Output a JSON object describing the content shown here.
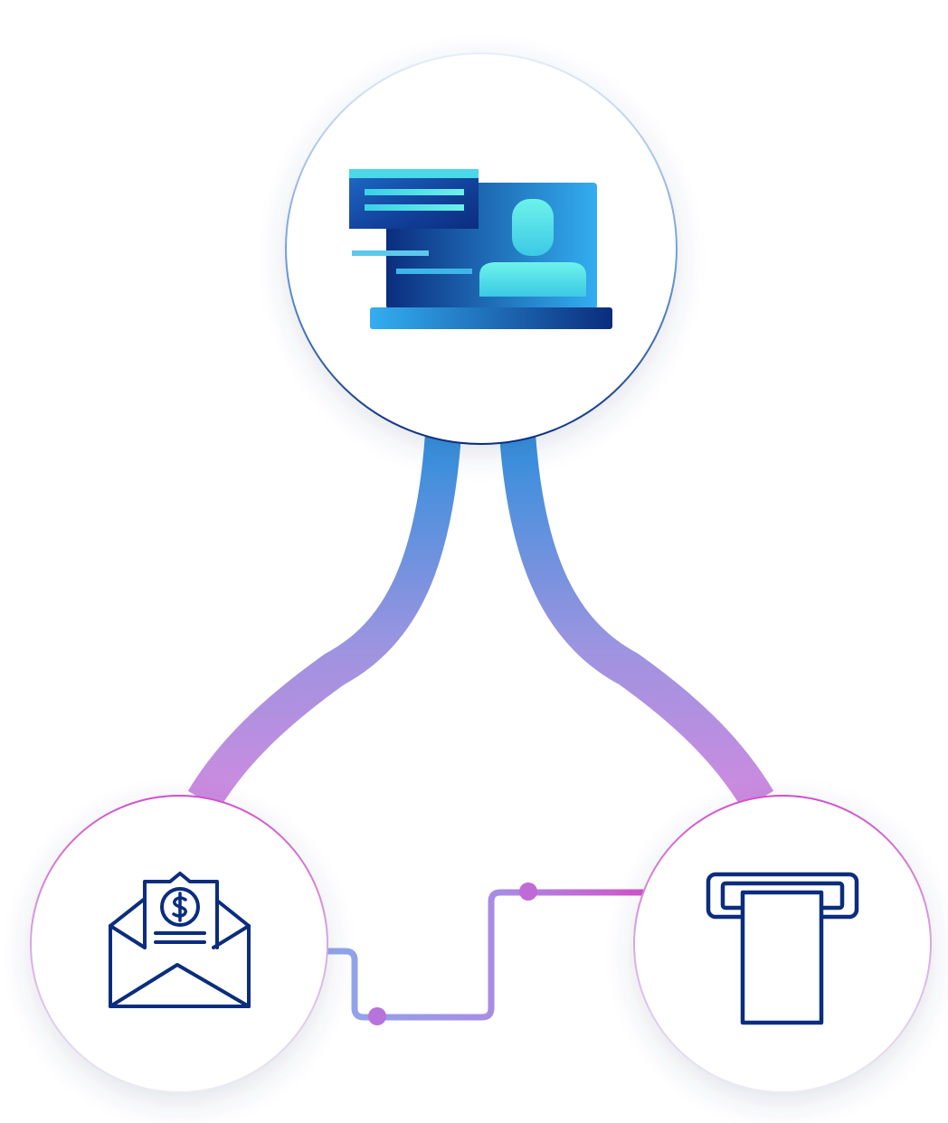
{
  "diagram": {
    "nodes": [
      {
        "id": "online-profile",
        "icon": "laptop-profile-icon"
      },
      {
        "id": "payment-envelope",
        "icon": "envelope-dollar-icon"
      },
      {
        "id": "receipt-dispenser",
        "icon": "receipt-slot-icon"
      }
    ],
    "links": [
      {
        "from": "online-profile",
        "to": "payment-envelope",
        "style": "thick-curve"
      },
      {
        "from": "online-profile",
        "to": "receipt-dispenser",
        "style": "thick-curve"
      },
      {
        "from": "payment-envelope",
        "to": "receipt-dispenser",
        "style": "thin-stepped-connector"
      }
    ]
  },
  "colors": {
    "navy": "#0b2d7e",
    "blue": "#2f8fdc",
    "cyan": "#4ee6e6",
    "lavender": "#a694e0",
    "pink": "#d28ae0",
    "magenta": "#d44fc8"
  }
}
